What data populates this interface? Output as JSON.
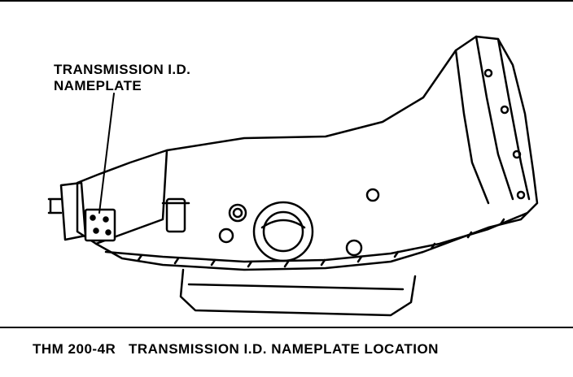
{
  "callout": {
    "line1": "TRANSMISSION I.D.",
    "line2": "NAMEPLATE"
  },
  "caption": {
    "model": "THM 200-4R",
    "text": "TRANSMISSION I.D. NAMEPLATE LOCATION"
  },
  "colors": {
    "ink": "#000000",
    "paper": "#ffffff"
  }
}
